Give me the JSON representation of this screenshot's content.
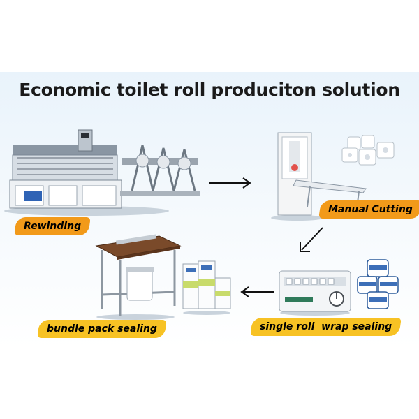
{
  "title": "Economic toilet roll produciton solution",
  "steps": {
    "rewinding": "Rewinding",
    "manual_cutting": "Manual Cutting",
    "single_roll": "single roll  wrap sealing",
    "bundle_pack": "bundle pack sealing"
  },
  "colors": {
    "label_orange": "#f29a1a",
    "label_yellow": "#f7c224",
    "background_blue": "#e9f3fb"
  }
}
